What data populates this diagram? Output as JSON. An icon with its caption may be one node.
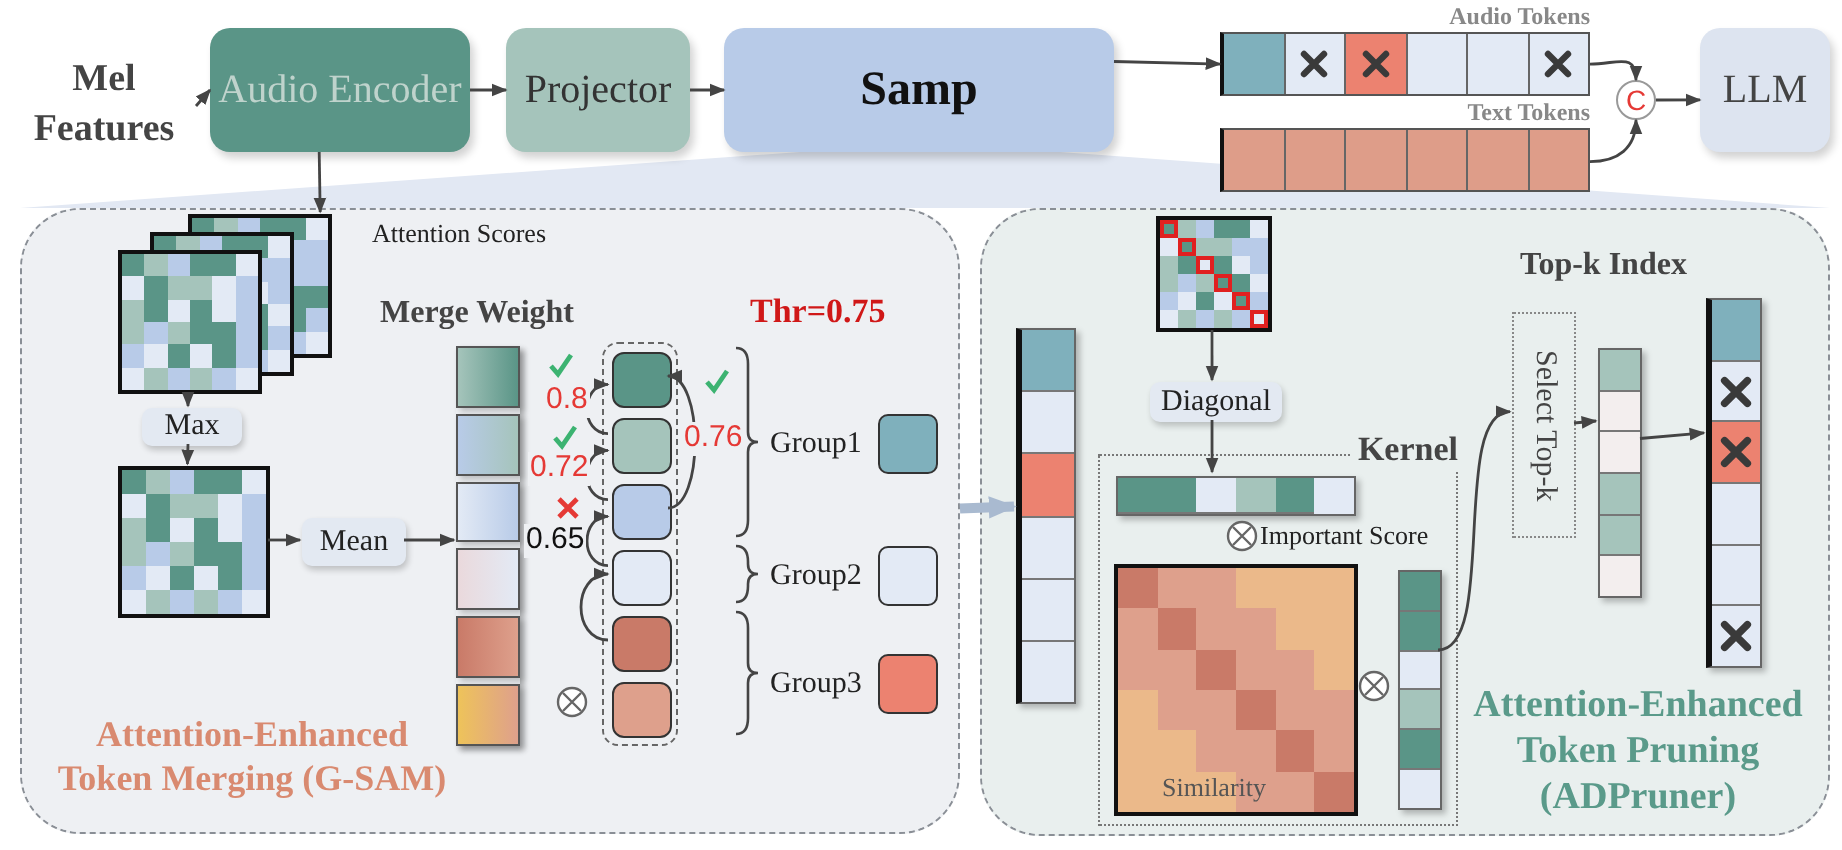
{
  "diagram": {
    "nodes": [
      {
        "text": [
          "Mel Features"
        ]
      },
      {
        "text": [
          "Audio Encoder"
        ]
      },
      {
        "text": [
          "Projector"
        ]
      },
      {
        "text": [
          "Samp"
        ]
      },
      {
        "text": [
          "Audio Tokens"
        ]
      },
      {
        "text": [
          "Text Tokens"
        ]
      },
      {
        "text": [
          "C"
        ]
      },
      {
        "text": [
          "LLM"
        ]
      },
      {
        "text": [
          "Attention-Enhanced Token Merging (G-SAM)"
        ]
      },
      {
        "text": [],
        "shape": "box",
        "beside": [
          "Attention Scores"
        ],
        "in": 8
      },
      {
        "text": [
          "Max"
        ],
        "in": 8
      },
      {
        "text": [],
        "shape": "box",
        "in": 8
      },
      {
        "text": [
          "Mean"
        ],
        "in": 8
      },
      {
        "text": [],
        "shape": "bar",
        "in": 8
      },
      {
        "text": [],
        "shape": "box",
        "in": 8
      },
      {
        "text": [],
        "shape": "box",
        "in": 14
      },
      {
        "text": [],
        "shape": "box",
        "in": 14
      },
      {
        "text": [],
        "shape": "box",
        "in": 14
      },
      {
        "text": [],
        "shape": "box",
        "in": 14
      },
      {
        "text": [],
        "shape": "box",
        "in": 14
      },
      {
        "text": [],
        "shape": "box",
        "in": 14
      },
      {
        "text": [
          "Group1"
        ],
        "in": 8
      },
      {
        "text": [
          "Group2"
        ],
        "in": 8
      },
      {
        "text": [
          "Group3"
        ],
        "in": 8
      },
      {
        "text": [
          "Attention-Enhanced Token Pruning (ADPruner)"
        ]
      },
      {
        "text": [],
        "shape": "bar",
        "in": 24
      },
      {
        "text": [],
        "shape": "box",
        "in": 24
      },
      {
        "text": [
          "Diagonal"
        ],
        "in": 24
      },
      {
        "text": [
          "Kernel"
        ],
        "in": 24
      },
      {
        "text": [],
        "shape": "bar",
        "beside": [
          "Important Score"
        ],
        "in": 28
      },
      {
        "text": [
          "Similarity"
        ],
        "in": 28
      },
      {
        "text": [],
        "shape": "bar",
        "in": 28
      },
      {
        "text": [
          "Select Top-k"
        ],
        "in": 24
      },
      {
        "text": [],
        "shape": "bar",
        "in": 24
      },
      {
        "text": [],
        "shape": "bar",
        "in": 24
      }
    ],
    "edges": [
      {
        "from": 0,
        "to": 1,
        "arrow": "to"
      },
      {
        "from": 1,
        "to": 2,
        "arrow": "to"
      },
      {
        "from": 2,
        "to": 3,
        "arrow": "to"
      },
      {
        "from": 3,
        "to": 4,
        "arrow": "to"
      },
      {
        "from": 4,
        "to": 6,
        "arrow": "to"
      },
      {
        "from": 5,
        "to": 6,
        "arrow": "to"
      },
      {
        "from": 6,
        "to": 7,
        "arrow": "to"
      },
      {
        "from": 1,
        "to": 9,
        "arrow": "to"
      },
      {
        "from": 9,
        "to": 10,
        "arrow": "to"
      },
      {
        "from": 10,
        "to": 11,
        "arrow": "to"
      },
      {
        "from": 11,
        "to": 12,
        "arrow": "to"
      },
      {
        "from": 12,
        "to": 13,
        "arrow": "to"
      },
      {
        "from": 16,
        "to": 15,
        "arrow": "to",
        "label": "0.8"
      },
      {
        "from": 17,
        "to": 16,
        "arrow": "to",
        "label": "0.72"
      },
      {
        "from": 18,
        "to": 17,
        "arrow": "to",
        "label": "0.65"
      },
      {
        "from": 17,
        "to": 15,
        "arrow": "to",
        "label": "0.76"
      },
      {
        "from": 19,
        "to": 18,
        "arrow": "to"
      },
      {
        "from": 8,
        "to": 25,
        "arrow": "to",
        "style": "thick",
        "color": "#a9bad0"
      },
      {
        "from": 26,
        "to": 27,
        "arrow": "to"
      },
      {
        "from": 27,
        "to": 29,
        "arrow": "to"
      },
      {
        "from": 31,
        "to": 32,
        "arrow": "to"
      },
      {
        "from": 32,
        "to": 33,
        "arrow": "to"
      },
      {
        "from": 33,
        "to": 34,
        "arrow": "to"
      }
    ],
    "labels": [
      "Merge Weight",
      "Thr=0.75",
      "Top-k Index"
    ]
  }
}
